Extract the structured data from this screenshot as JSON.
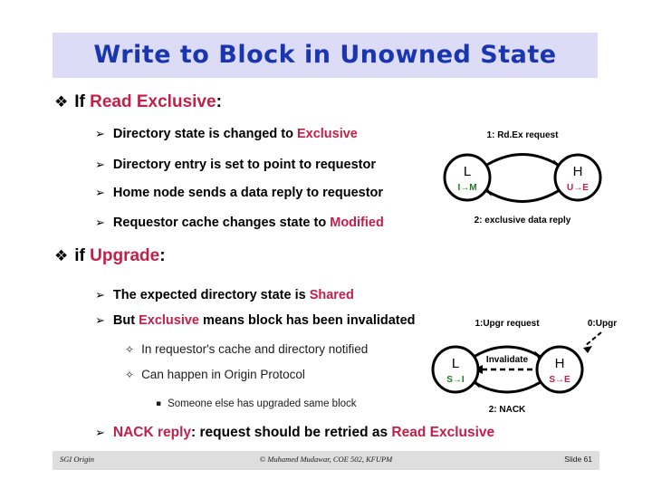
{
  "slide": {
    "title": "Write to Block in Unowned State",
    "title_bg": "#dcdcf7",
    "title_color": "#1a35b0",
    "accent_color": "#c22049",
    "green_color": "#1f7a1f"
  },
  "bullets": {
    "section1": {
      "glyph": "❖",
      "prefix": "If ",
      "highlight": "Read Exclusive",
      "suffix": ":",
      "items": [
        {
          "glyph": "➢",
          "prefix": "Directory state is changed to ",
          "highlight": "Exclusive",
          "suffix": ""
        },
        {
          "glyph": "➢",
          "prefix": "Directory entry is set to point to requestor",
          "highlight": "",
          "suffix": ""
        },
        {
          "glyph": "➢",
          "prefix": "Home node sends a data reply to requestor",
          "highlight": "",
          "suffix": ""
        },
        {
          "glyph": "➢",
          "prefix": "Requestor cache changes state to ",
          "highlight": "Modified",
          "suffix": ""
        }
      ]
    },
    "section2": {
      "glyph": "❖",
      "prefix": "if ",
      "highlight": "Upgrade",
      "suffix": ":",
      "items": [
        {
          "glyph": "➢",
          "prefix": "The expected directory state is ",
          "highlight": "Shared",
          "suffix": ""
        },
        {
          "glyph": "➢",
          "prefix": "But ",
          "highlight": "Exclusive",
          "suffix": " means block has been invalidated"
        }
      ],
      "subitems": [
        {
          "glyph": "✧",
          "text": "In requestor's cache and directory notified"
        },
        {
          "glyph": "✧",
          "text": "Can happen in Origin Protocol"
        }
      ],
      "subsubitems": [
        {
          "glyph": "▪",
          "text": "Someone else has upgraded same block"
        }
      ],
      "final": {
        "glyph": "➢",
        "highlight1": "NACK reply",
        "middle": ": request should be retried as ",
        "highlight2": "Read Exclusive"
      }
    }
  },
  "diagram1": {
    "label_top": "1: Rd.Ex request",
    "label_bottom": "2: exclusive data reply",
    "node_left": {
      "name": "L",
      "transition": "I→M",
      "color": "#1f7a1f"
    },
    "node_right": {
      "name": "H",
      "transition": "U→E",
      "color": "#c22049"
    }
  },
  "diagram2": {
    "label_top": "1:Upgr request",
    "label_external": "0:Upgr",
    "label_middle": "Invalidate",
    "label_bottom": "2: NACK",
    "node_left": {
      "name": "L",
      "transition": "S→I",
      "color": "#1f7a1f"
    },
    "node_right": {
      "name": "H",
      "transition": "S→E",
      "color": "#c22049"
    }
  },
  "footer": {
    "left": "SGI Origin",
    "center": "© Muhamed Mudawar, COE 502, KFUPM",
    "right": "Slide 61"
  }
}
